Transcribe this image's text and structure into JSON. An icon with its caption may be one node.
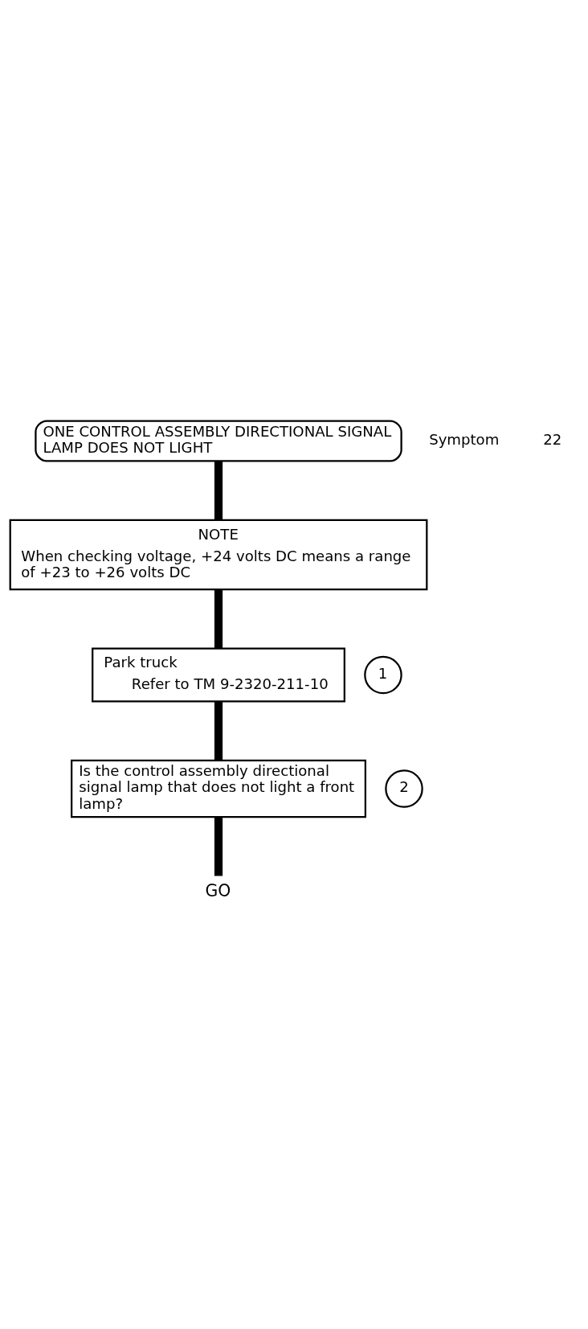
{
  "diagram": {
    "nodes": [
      {
        "text": [
          "ONE CONTROL ASSEMBLY DIRECTIONAL SIGNAL LAMP DOES NOT LIGHT"
        ],
        "beside": [
          "Symptom",
          "22"
        ]
      },
      {
        "text": [
          "NOTE",
          "When checking voltage, +24 volts DC means a range of +23 to +26 volts DC"
        ]
      },
      {
        "text": [
          "1"
        ]
      },
      {
        "text": [
          "Park truck",
          "Refer to TM 9-2320-211-10"
        ]
      },
      {
        "text": [
          "2"
        ]
      },
      {
        "text": [
          "Is the control assembly directional signal lamp that does not light a front lamp?"
        ]
      },
      {
        "text": [
          "GO"
        ]
      }
    ],
    "edges": [
      {
        "from": 0,
        "to": 1,
        "arrow": "none"
      },
      {
        "from": 1,
        "to": 3,
        "arrow": "none"
      },
      {
        "from": 3,
        "to": 5,
        "arrow": "none"
      },
      {
        "from": 5,
        "to": 6,
        "arrow": "none"
      }
    ]
  }
}
